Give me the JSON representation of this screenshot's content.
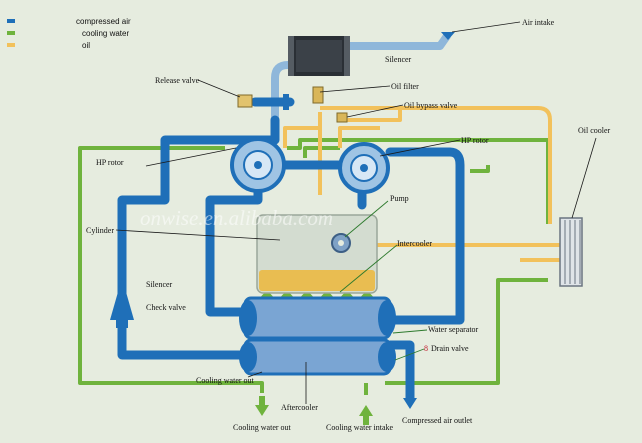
{
  "colors": {
    "air": "#1f6fb8",
    "air_light": "#8fb7da",
    "water": "#6fb33d",
    "oil": "#f2c15b",
    "background": "#e6ecdf",
    "tank": "#c9d3c6",
    "oil_fill": "#e9bd51",
    "red_label": "#c0182a"
  },
  "legend": [
    {
      "key": "air",
      "label": "compressed  air"
    },
    {
      "key": "water",
      "label": "cooling water"
    },
    {
      "key": "oil",
      "label": "oil"
    }
  ],
  "labels": {
    "air_intake": "Air intake",
    "silencer_top": "Silencer",
    "release_valve": "Release valve",
    "oil_filter": "Oil filter",
    "oil_bypass_valve": "Oil bypass valve",
    "oil_cooler": "Oil cooler",
    "hp_rotor_left": "HP rotor",
    "hp_rotor_right": "HP rotor",
    "pump": "Pump",
    "cylinder": "Cylinder",
    "intercooler": "Intercooler",
    "silencer_left": "Silencer",
    "check_valve": "Check valve",
    "water_separator": "Water   separator",
    "drain_valve": "Drain valve",
    "drain_marker": "8",
    "cooling_water_out_mid": "Cooling water out",
    "aftercooler": "Aftercooler",
    "cooling_water_out": "Cooling water out",
    "cooling_water_intake": "Cooling water intake",
    "compressed_air_outlet": "Compressed air outlet"
  },
  "watermark": "onwise.en.alibaba.com",
  "icons": {
    "intake_arrow": "arrow-down-icon",
    "outlet_arrow": "arrow-down-icon",
    "water_out_arrow": "arrow-down-icon",
    "water_in_arrow": "arrow-up-icon",
    "rotor": "rotor-icon",
    "pump": "pump-icon",
    "silencer": "silencer-icon",
    "valve": "valve-icon"
  }
}
